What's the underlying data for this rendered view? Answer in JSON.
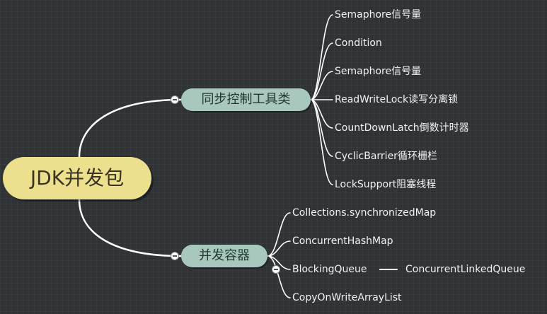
{
  "root": {
    "label": "JDK并发包"
  },
  "branches": [
    {
      "label": "同步控制工具类",
      "leaves": [
        "Semaphore信号量",
        "Condition",
        "Semaphore信号量",
        "ReadWriteLock读写分离锁",
        "CountDownLatch倒数计时器",
        "CyclicBarrier循环栅栏",
        "LockSupport阻塞线程"
      ]
    },
    {
      "label": "并发容器",
      "leaves": [
        "Collections.synchronizedMap",
        "ConcurrentHashMap",
        "BlockingQueue",
        "CopyOnWriteArrayList"
      ],
      "subleaf": "ConcurrentLinkedQueue"
    }
  ]
}
